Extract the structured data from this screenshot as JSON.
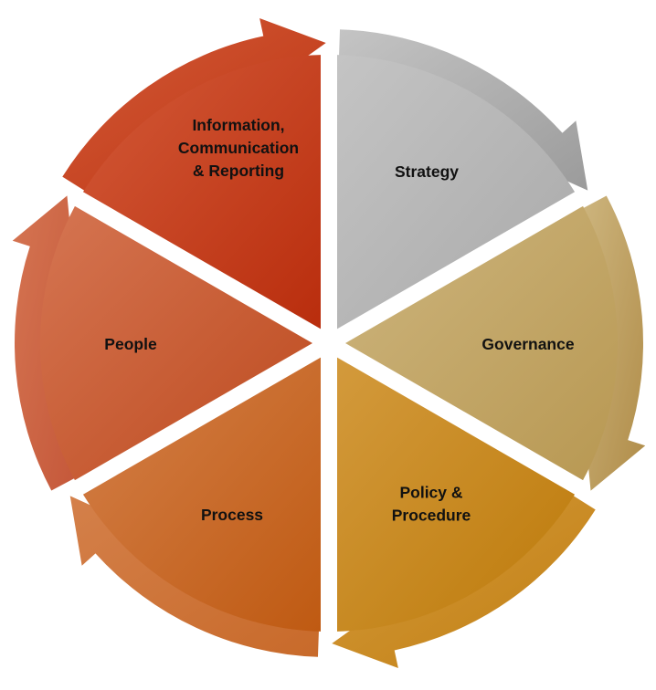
{
  "diagram": {
    "type": "cycle",
    "segments": [
      {
        "id": "strategy",
        "lines": [
          "Strategy"
        ],
        "fill": "#a9a9a9",
        "light": "#c4c4c4",
        "arrow": "#9b9b9b"
      },
      {
        "id": "governance",
        "lines": [
          "Governance"
        ],
        "fill": "#b89852",
        "light": "#cdb57e",
        "arrow": "#b08c48"
      },
      {
        "id": "policy-procedure",
        "lines": [
          "Policy &",
          "Procedure"
        ],
        "fill": "#bd7a0a",
        "light": "#d39a3c",
        "arrow": "#c27f12"
      },
      {
        "id": "process",
        "lines": [
          "Process"
        ],
        "fill": "#bf5a12",
        "light": "#d4804a",
        "arrow": "#c86a2a"
      },
      {
        "id": "people",
        "lines": [
          "People"
        ],
        "fill": "#bd4a1e",
        "light": "#d57552",
        "arrow": "#c5583a"
      },
      {
        "id": "information-communication-reporting",
        "lines": [
          "Information,",
          "Communication",
          "& Reporting"
        ],
        "fill": "#b92d0d",
        "light": "#d35a38",
        "arrow": "#bd3512"
      }
    ]
  }
}
